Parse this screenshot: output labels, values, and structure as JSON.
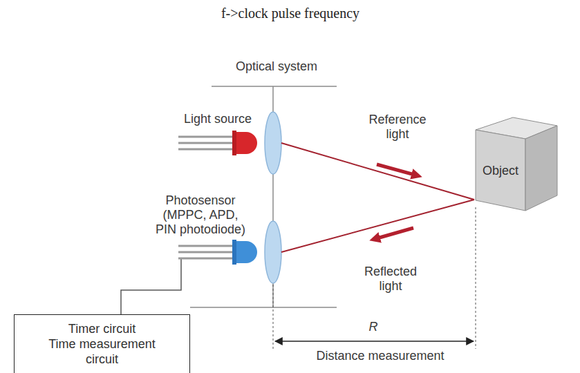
{
  "diagram": {
    "nodes": [
      {
        "text": [
          "Object"
        ]
      },
      {
        "text": [
          "Timer circuit",
          "Time measurement circuit"
        ]
      }
    ],
    "labels": [
      "f->clock pulse frequency",
      "Optical system",
      "Light source",
      "Reference light",
      "Photosensor (MPPC, APD, PIN photodiode)",
      "Reflected light",
      "R",
      "Distance measurement"
    ]
  }
}
